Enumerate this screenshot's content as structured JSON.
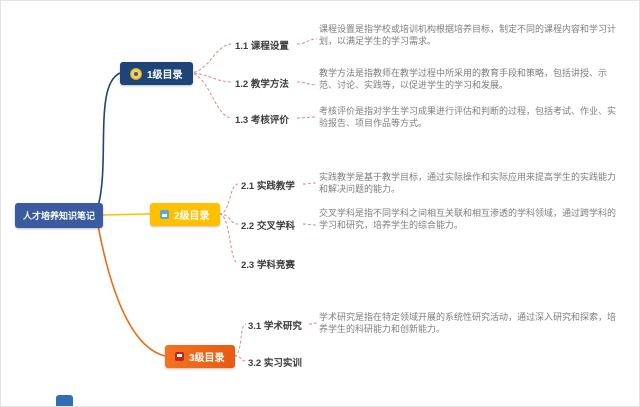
{
  "root": {
    "label": "人才培养知识笔记"
  },
  "colors": {
    "root_bg": "#3a5ba0",
    "branch1": "#1d4577",
    "branch2": "#ffc000",
    "branch3": "#ed6a13",
    "dashed_connector": "#d98c8c",
    "child_text": "#3d3d3d",
    "desc_text": "#7e7e7e"
  },
  "branches": [
    {
      "label": "1级目录",
      "color": "#1d4577",
      "icon": "medal-icon",
      "children": [
        {
          "label": "1.1 课程设置",
          "desc": "课程设置是指学校或培训机构根据培养目标，制定不同的课程内容和学习计划，以满足学生的学习需求。"
        },
        {
          "label": "1.2 教学方法",
          "desc": "教学方法是指教师在教学过程中所采用的教育手段和策略，包括讲授、示范、讨论、实践等，以促进学生的学习和发展。"
        },
        {
          "label": "1.3 考核评价",
          "desc": "考核评价是指对学生学习成果进行评估和判断的过程，包括考试、作业、实验报告、项目作品等方式。"
        }
      ]
    },
    {
      "label": "2级目录",
      "color": "#ffc000",
      "icon": "chart-icon",
      "children": [
        {
          "label": "2.1 实践教学",
          "desc": "实践教学是基于教学目标，通过实际操作和实际应用来提高学生的实践能力和解决问题的能力。"
        },
        {
          "label": "2.2 交叉学科",
          "desc": "交叉学科是指不同学科之间相互关联和相互渗透的学科领域，通过跨学科的学习和研究，培养学生的综合能力。"
        },
        {
          "label": "2.3 学科竞赛",
          "desc": ""
        }
      ]
    },
    {
      "label": "3级目录",
      "color": "#ed6a13",
      "icon": "flag-icon",
      "children": [
        {
          "label": "3.1 学术研究",
          "desc": "学术研究是指在特定领域开展的系统性研究活动，通过深入研究和探索，培养学生的科研能力和创新能力。"
        },
        {
          "label": "3.2 实习实训",
          "desc": ""
        }
      ]
    }
  ]
}
